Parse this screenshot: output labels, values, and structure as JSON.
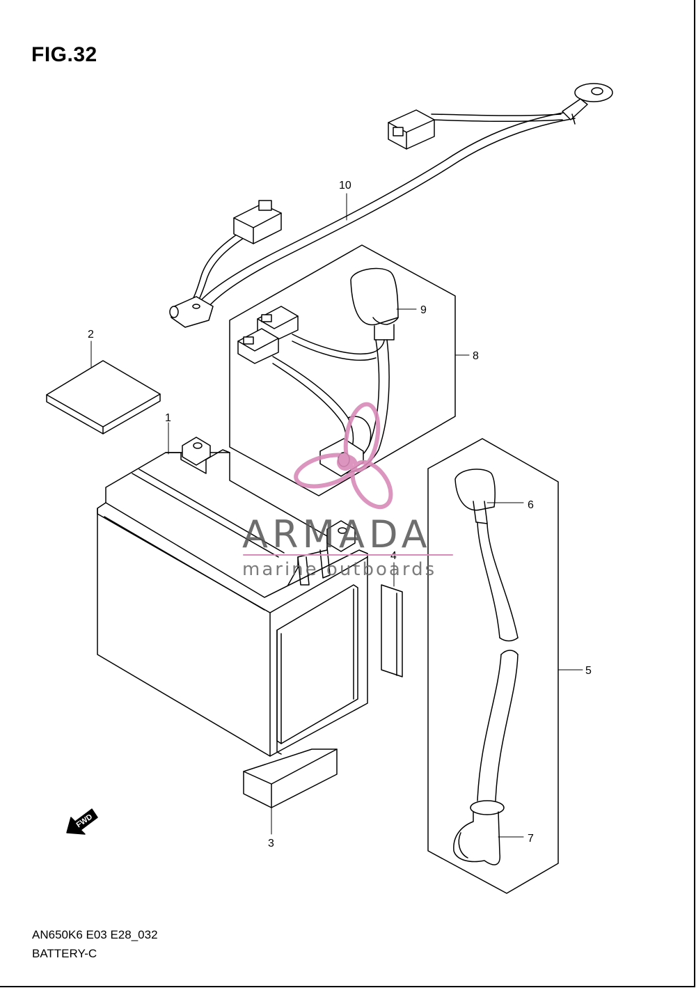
{
  "figure": {
    "title": "FIG.32"
  },
  "footer": {
    "model_code": "AN650K6 E03 E28_032",
    "section_name": "BATTERY-C"
  },
  "callouts": [
    "1",
    "2",
    "3",
    "4",
    "5",
    "6",
    "7",
    "8",
    "9",
    "10"
  ],
  "arrow": {
    "label": "FWD"
  },
  "watermark": {
    "brand": "ARMADA",
    "tagline": "marine outboards",
    "accent_color": "#d98ab8",
    "text_color": "#555555"
  }
}
